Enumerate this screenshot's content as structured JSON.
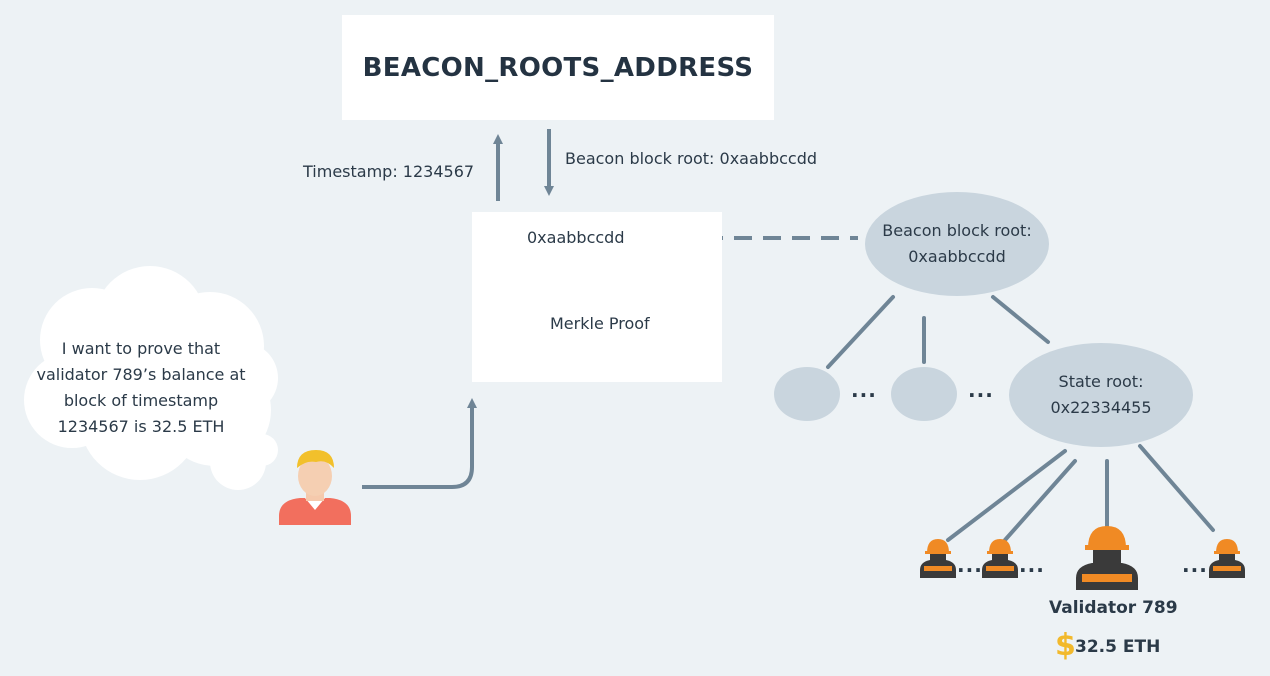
{
  "contract": {
    "title": "BEACON_ROOTS_ADDRESS"
  },
  "query": {
    "timestamp_label": "Timestamp: 1234567",
    "response_label": "Beacon block root: 0xaabbccdd"
  },
  "verifier": {
    "root_value": "0xaabbccdd",
    "proof_label": "Merkle Proof"
  },
  "user": {
    "thought_lines": [
      "I want to prove that",
      "validator 789’s balance at",
      "block of timestamp",
      "1234567 is 32.5 ETH"
    ]
  },
  "tree": {
    "root_node": {
      "line1": "Beacon block root:",
      "line2": "0xaabbccdd"
    },
    "state_node": {
      "line1": "State root:",
      "line2": "0x22334455"
    },
    "ellipsis": "..."
  },
  "validator": {
    "name": "Validator 789",
    "balance": "32.5 ETH",
    "currency_symbol": "$"
  },
  "colors": {
    "background": "#edf2f5",
    "node_fill": "#c9d5de",
    "connector": "#6f8596",
    "check_green": "#3cba6c",
    "shield_green": "#2bb24c",
    "worker_orange": "#f08a24",
    "person_shirt": "#f26f5e",
    "person_hair": "#f2c02b",
    "dollar_gold": "#f2b92c"
  }
}
